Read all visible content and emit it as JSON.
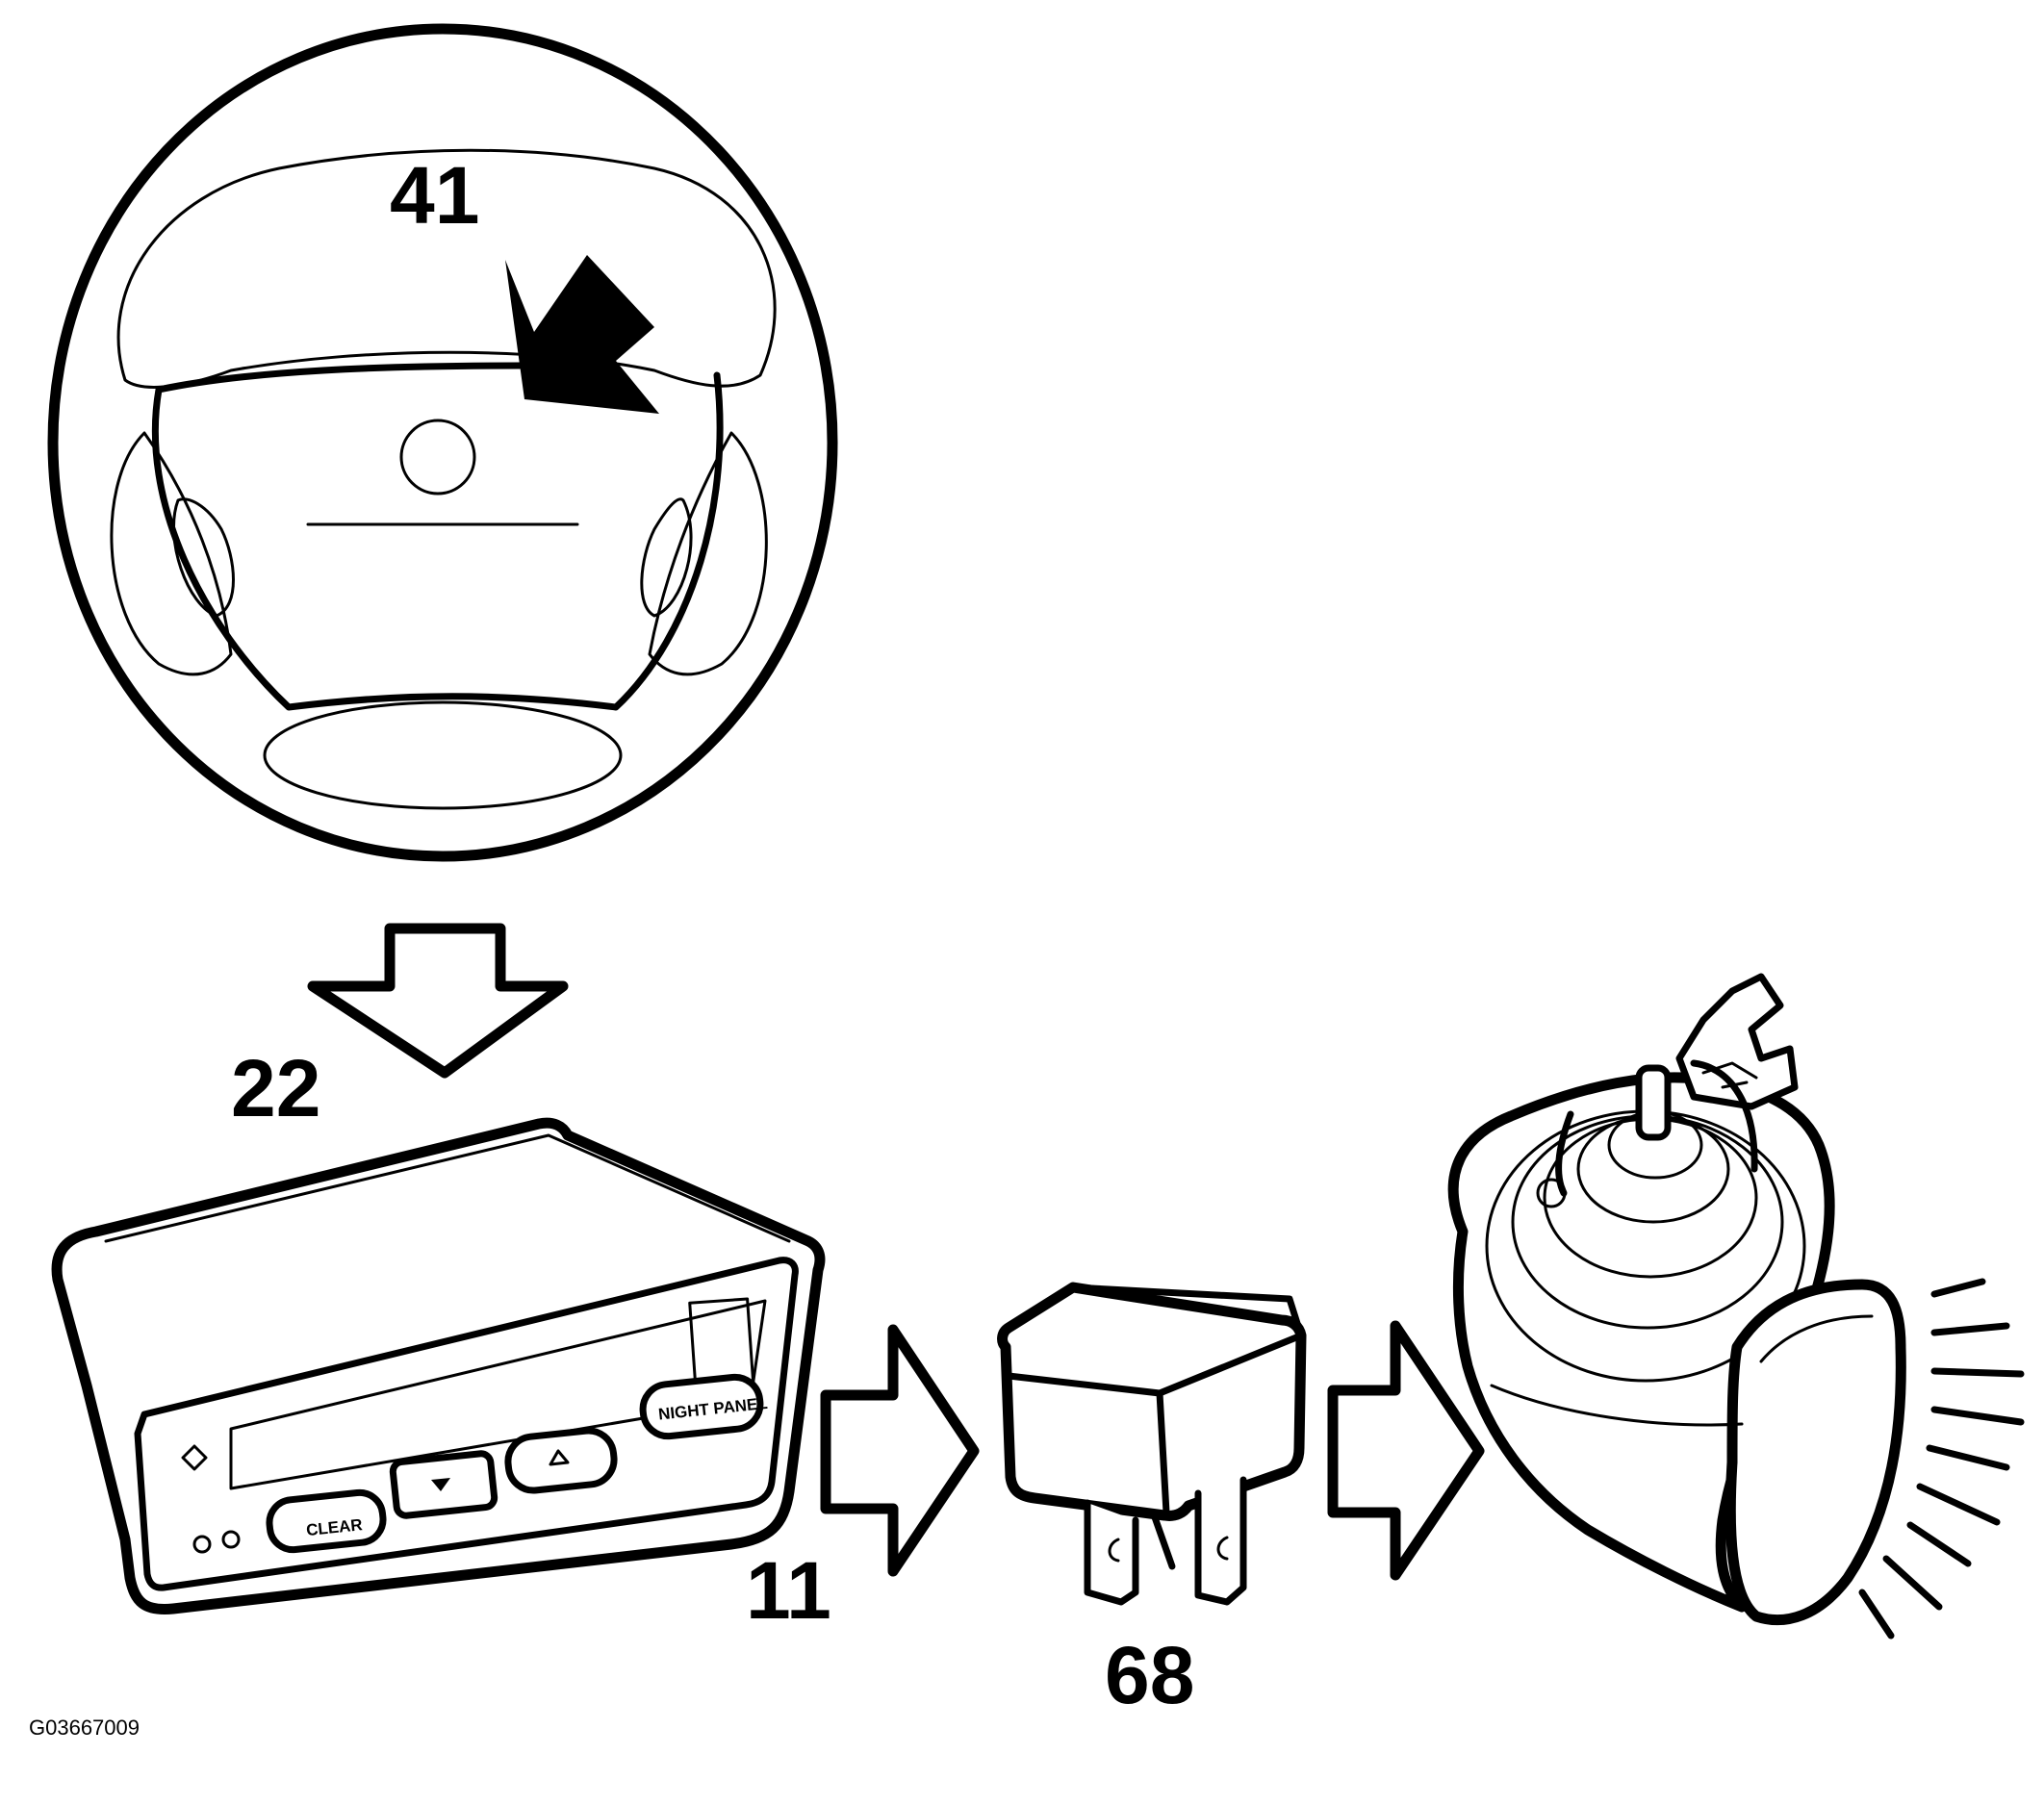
{
  "diagram": {
    "callouts": {
      "steering_wheel": "41",
      "display_unit": "22",
      "signal_arrow": "11",
      "relay": "68"
    },
    "panel_buttons": {
      "clear": "CLEAR",
      "night_panel": "NIGHT PANEL"
    },
    "figure_id": "G03667009"
  }
}
